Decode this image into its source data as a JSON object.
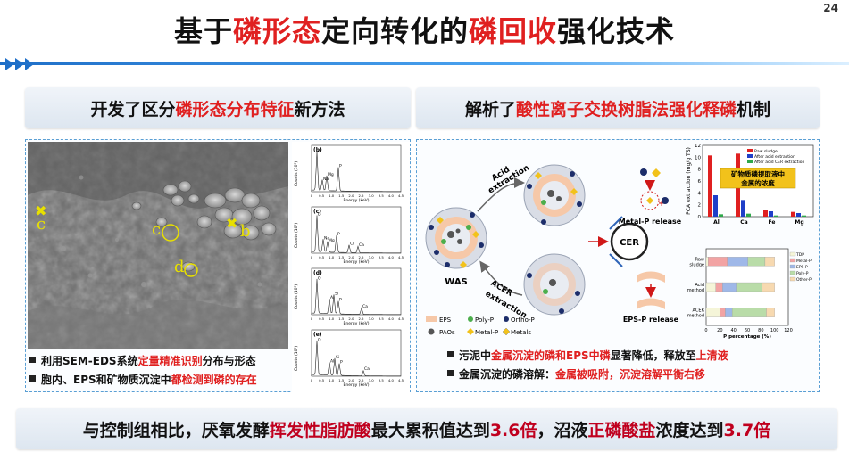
{
  "page_number": "24",
  "title": {
    "p1": "基于",
    "p2": "磷形态",
    "p3": "定向转化的",
    "p4": "磷回收",
    "p5": "强化技术"
  },
  "left_section": {
    "heading": {
      "p1": "开发了区分",
      "p2": "磷形态分布特征",
      "p3": "新方法"
    },
    "sem_labels": {
      "c_cross": "c",
      "b": "b",
      "c": "c",
      "d": "d"
    },
    "eds_panels": [
      "(b)",
      "(c)",
      "(d)",
      "(e)"
    ],
    "eds_ylabel": "Counts (10³)",
    "eds_xlabel": "Energy (keV)",
    "eds_elements": [
      "O",
      "Na",
      "Mg",
      "Al",
      "P",
      "Si",
      "S",
      "Cl",
      "K",
      "Ca",
      "Fe"
    ],
    "eds_ticks": [
      "0",
      "0.5",
      "1.0",
      "1.5",
      "2.0",
      "2.5",
      "3.0",
      "3.5",
      "4.0",
      "4.5"
    ],
    "bullets": [
      {
        "p1": "利用SEM-EDS系统",
        "p2": "定量精准识别",
        "p3": "分布与形态"
      },
      {
        "p1": "胞内、EPS和矿物质沉淀中",
        "p2": "都检测到磷的存在",
        "p3": ""
      }
    ]
  },
  "right_section": {
    "heading": {
      "p1": "解析了",
      "p2": "酸性离子交换树脂法",
      "p3": "强化释磷",
      "p4": "机制"
    },
    "diagram": {
      "was": "WAS",
      "acid_extraction": [
        "Acid",
        "extraction"
      ],
      "acer_extraction": [
        "ACER",
        "extraction"
      ],
      "cer": "CER",
      "metal_p_release": "Metal-P release",
      "eps_p_release": "EPS-P release",
      "legend": [
        "EPS",
        "Poly-P",
        "Ortho-P",
        "PAOs",
        "Metal-P",
        "Metals"
      ]
    },
    "bar_chart": {
      "ylabel": "PCA extraction (mg/g TS)",
      "legend": [
        "Raw sludge",
        "After acid extraction",
        "After acid CER extraction"
      ],
      "callout": [
        "矿物质磷提取液中",
        "金属的浓度"
      ],
      "categories": [
        "Al",
        "Ca",
        "Fe",
        "Mg"
      ],
      "yticks": [
        "0",
        "2",
        "4",
        "6",
        "8",
        "10",
        "12"
      ]
    },
    "hbar_chart": {
      "rows": [
        [
          "Raw",
          "sludge"
        ],
        [
          "Acid",
          "method"
        ],
        [
          "ACER",
          "method"
        ]
      ],
      "legend": [
        "TDP",
        "Metal-P",
        "EPS-P",
        "Poly-P",
        "Other-P"
      ],
      "xlabel": "P percentage (%)",
      "xticks": [
        "0",
        "20",
        "40",
        "60",
        "80",
        "100",
        "120"
      ]
    },
    "bullets": [
      {
        "p1": "污泥中",
        "p2": "金属沉淀的磷和EPS中磷",
        "p3": "显著降低，释放至",
        "p4": "上清液"
      },
      {
        "p1": "金属沉淀的磷溶解：",
        "p2": "金属被吸附，沉淀溶解平衡右移",
        "p3": "",
        "p4": ""
      }
    ]
  },
  "bottom": {
    "p1": "与控制组相比，厌氧发酵",
    "p2": "挥发性脂肪酸",
    "p3": "最大累积值达到",
    "p4": "3.6倍",
    "p5": "，沼液",
    "p6": "正磷酸盐",
    "p7": "浓度达到",
    "p8": "3.7倍"
  },
  "colors": {
    "accent_red": "#e02020",
    "accent_blue": "#1f6fc8",
    "panel_border": "#5a9fd4"
  },
  "chart_data": [
    {
      "type": "bar",
      "categories": [
        "Al",
        "Ca",
        "Fe",
        "Mg"
      ],
      "series": [
        {
          "name": "Raw sludge",
          "values": [
            10.3,
            10.6,
            1.2,
            0.8
          ]
        },
        {
          "name": "After acid extraction",
          "values": [
            3.6,
            2.8,
            0.9,
            0.6
          ]
        },
        {
          "name": "After acid CER extraction",
          "values": [
            0.4,
            0.5,
            0.2,
            0.2
          ]
        }
      ],
      "ylabel": "PCA extraction (mg/g TS)",
      "ylim": [
        0,
        12
      ]
    },
    {
      "type": "bar",
      "orientation": "horizontal-stacked",
      "categories": [
        "Raw sludge",
        "Acid method",
        "ACER method"
      ],
      "series": [
        {
          "name": "TDP",
          "values": [
            3,
            14,
            20
          ]
        },
        {
          "name": "Metal-P",
          "values": [
            28,
            10,
            8
          ]
        },
        {
          "name": "EPS-P",
          "values": [
            30,
            20,
            10
          ]
        },
        {
          "name": "Poly-P",
          "values": [
            25,
            38,
            50
          ]
        },
        {
          "name": "Other-P",
          "values": [
            14,
            18,
            12
          ]
        }
      ],
      "xlabel": "P percentage (%)",
      "xlim": [
        0,
        120
      ]
    }
  ]
}
